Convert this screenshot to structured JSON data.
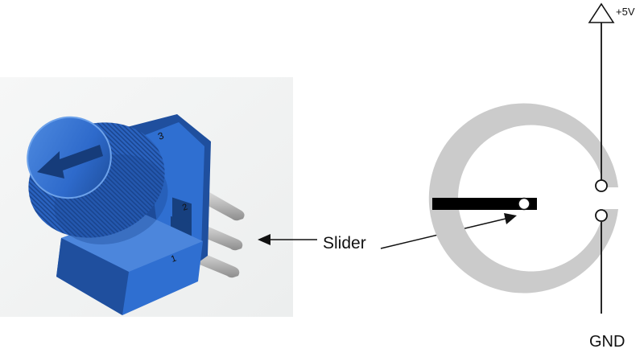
{
  "labels": {
    "slider": "Slider",
    "supply": "+5V",
    "ground": "GND"
  },
  "photo": {
    "subject": "trimmer-potentiometer-photo",
    "pin_marks": [
      "3",
      "2",
      "1"
    ]
  },
  "colors": {
    "track": "#cbcbcb",
    "wiper": "#000000",
    "wire": "#111111",
    "pot_blue": "#2f6fd1",
    "pot_blue_dark": "#1f4f9e",
    "pot_blue_light": "#5a94e6",
    "pin_metal": "#c9c9c9",
    "photo_bg": "#f2f3f3"
  }
}
